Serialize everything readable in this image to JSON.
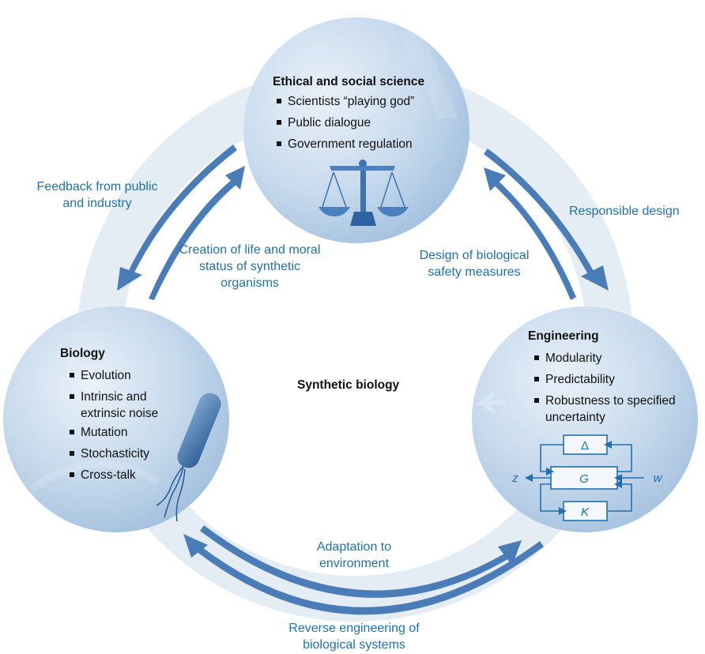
{
  "center_title": "Synthetic biology",
  "nodes": {
    "ethics": {
      "title": "Ethical and social science",
      "items": [
        "Scientists “playing god”",
        "Public dialogue",
        "Government regulation"
      ]
    },
    "biology": {
      "title": "Biology",
      "items": [
        "Evolution",
        "Intrinsic and extrinsic noise",
        "Mutation",
        "Stochasticity",
        "Cross-talk"
      ]
    },
    "engineering": {
      "title": "Engineering",
      "items": [
        "Modularity",
        "Predictability",
        "Robustness to specified uncertainty"
      ]
    }
  },
  "edge_labels": {
    "feedback": "Feedback from public and industry",
    "creation": "Creation of life and moral status of synthetic organisms",
    "design_safety": "Design of biological safety measures",
    "responsible": "Responsible design",
    "adaptation": "Adaptation to environment",
    "reverse": "Reverse engineering of biological systems"
  },
  "control_block": {
    "delta": "Δ",
    "g": "G",
    "k": "K",
    "z": "z",
    "w": "w"
  },
  "colors": {
    "arrow": "#4a7db8",
    "label": "#1f70b0",
    "ring": "#e3ebf3",
    "circle_light": "#e8f0f8",
    "circle_dark": "#a7c3df"
  }
}
